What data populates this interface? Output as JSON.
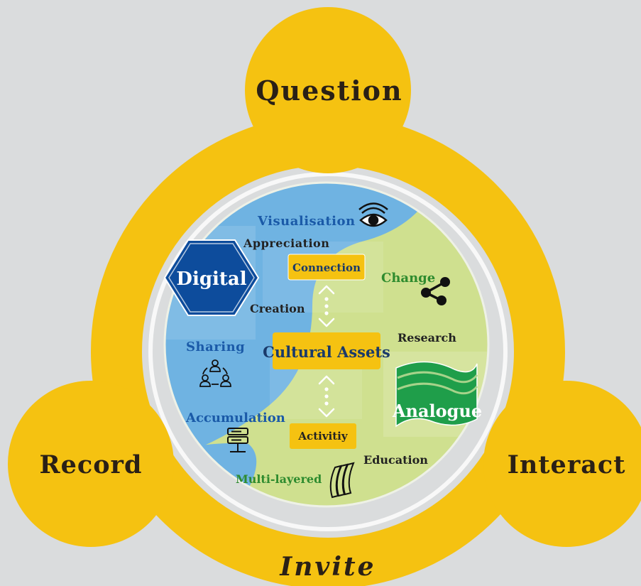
{
  "outer": {
    "question": "Question",
    "record": "Record",
    "interact": "Interact",
    "invite": "Invite"
  },
  "inner": {
    "digital": "Digital",
    "analogue": "Analogue",
    "cultural_assets": "Cultural Assets",
    "connection": "Connection",
    "activity": "Activitiy",
    "visualisation": "Visualisation",
    "appreciation": "Appreciation",
    "creation": "Creation",
    "sharing": "Sharing",
    "accumulation": "Accumulation",
    "change": "Change",
    "research": "Research",
    "education": "Education",
    "multi_layered": "Multi-layered"
  },
  "icons": {
    "visualisation": "eye-icon",
    "change": "share-icon",
    "sharing": "people-cycle-icon",
    "accumulation": "server-icon",
    "multi_layered": "layers-icon",
    "connection_arrows": "double-arrow-icon",
    "activity_arrows": "double-arrow-icon"
  },
  "colors": {
    "gold": "#f5c211",
    "blue": "#1a5aa8",
    "light_blue": "#6fb3e2",
    "light_green": "#cfe08f",
    "dark_blue": "#0d4c9c",
    "green": "#2e8b2e",
    "analogue_green": "#1f9e4a",
    "background": "#dadcdd"
  }
}
